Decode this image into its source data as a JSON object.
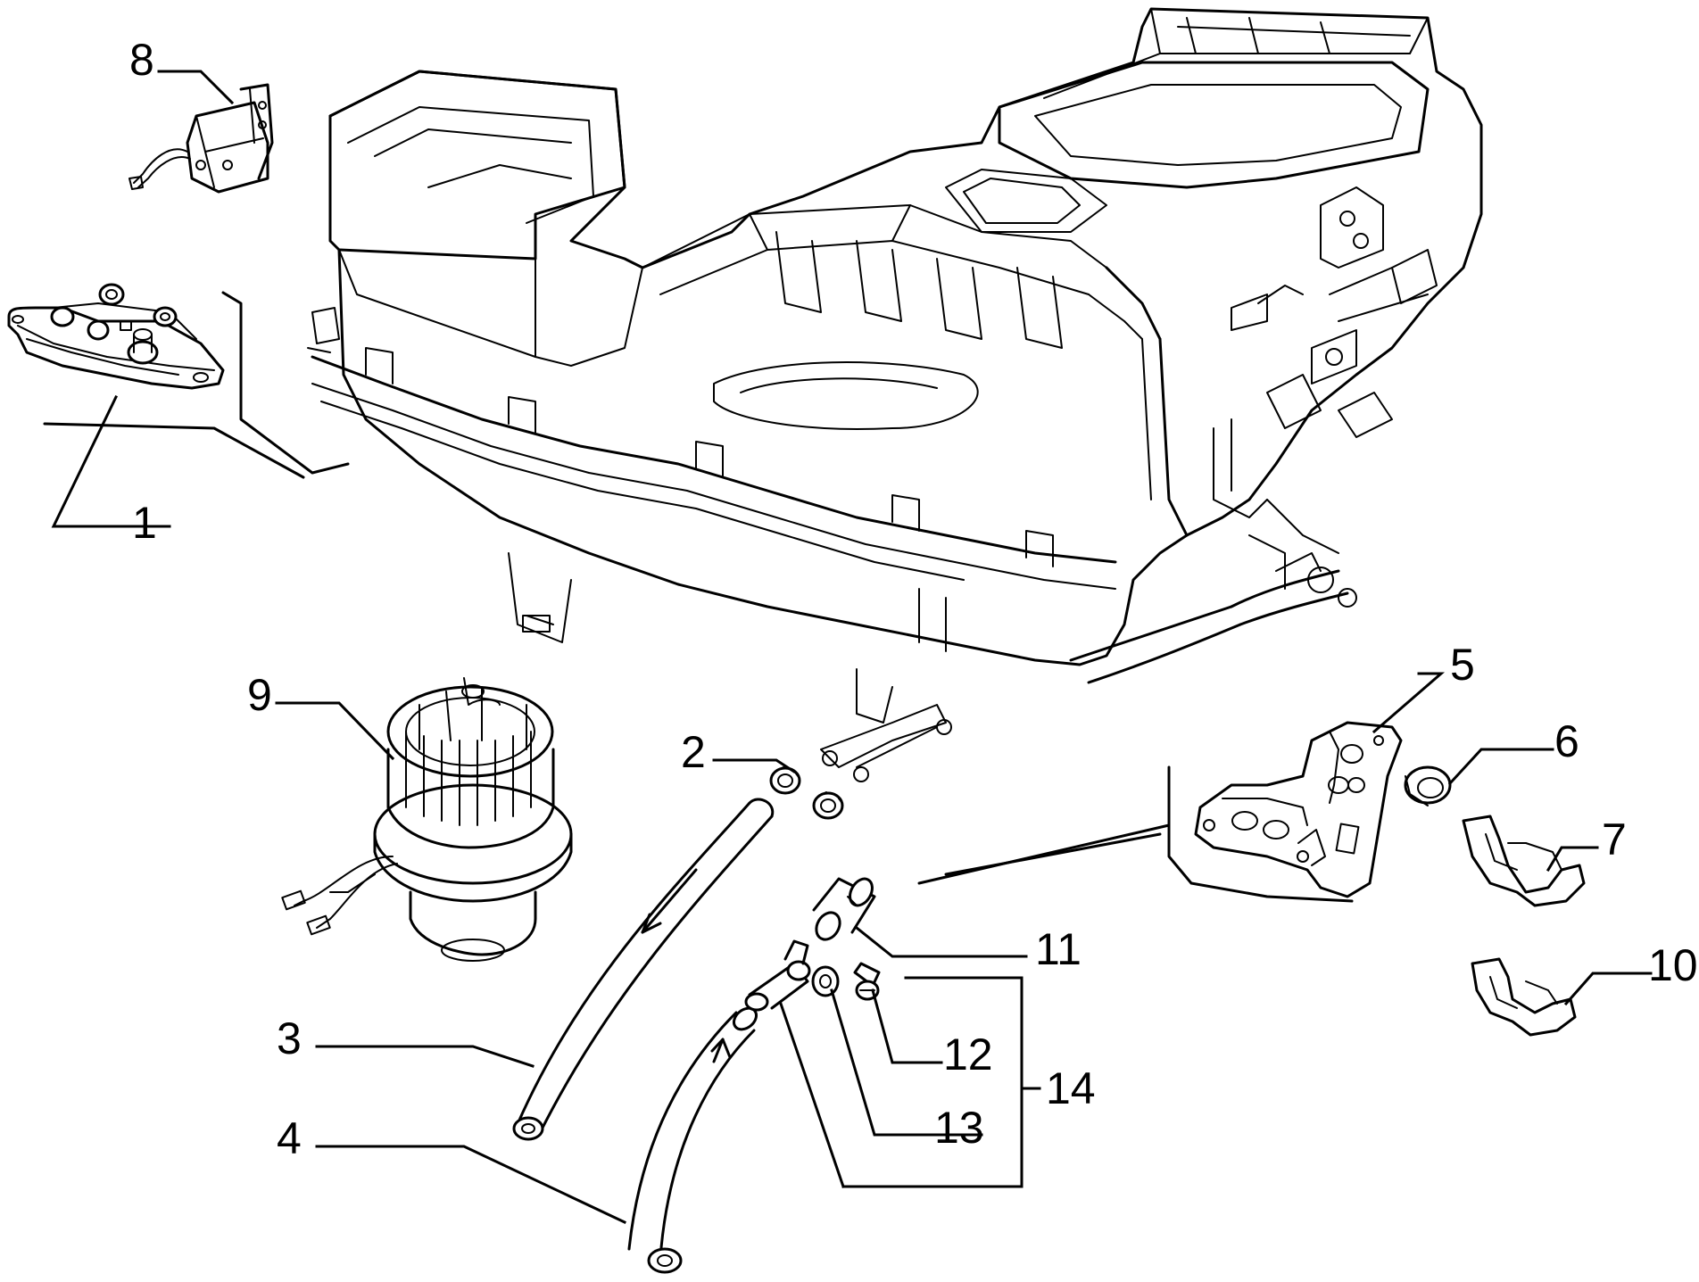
{
  "callouts": [
    {
      "id": "1",
      "part": "part-1"
    },
    {
      "id": "2",
      "part": "part-2"
    },
    {
      "id": "3",
      "part": "part-3"
    },
    {
      "id": "4",
      "part": "part-4"
    },
    {
      "id": "5",
      "part": "part-5"
    },
    {
      "id": "6",
      "part": "part-6"
    },
    {
      "id": "7",
      "part": "part-7"
    },
    {
      "id": "8",
      "part": "part-8"
    },
    {
      "id": "9",
      "part": "part-9"
    },
    {
      "id": "10",
      "part": "part-10"
    },
    {
      "id": "11",
      "part": "part-11"
    },
    {
      "id": "12",
      "part": "part-12"
    },
    {
      "id": "13",
      "part": "part-13"
    },
    {
      "id": "14",
      "part": "group-14"
    }
  ]
}
